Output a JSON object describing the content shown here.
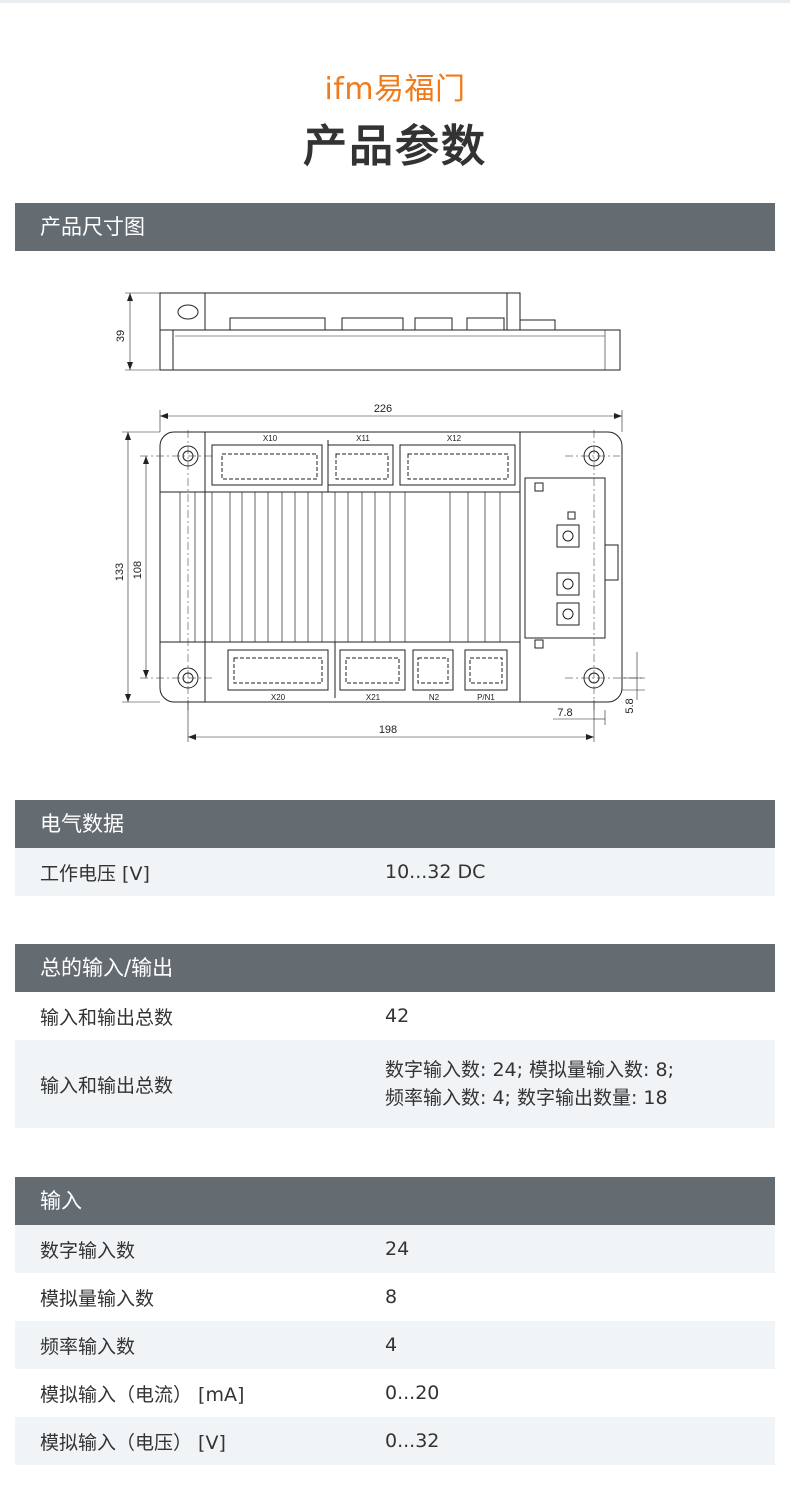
{
  "brand": "ifm易福门",
  "title": "产品参数",
  "sections": {
    "dimensions": {
      "header": "产品尺寸图"
    },
    "electrical": {
      "header": "电气数据",
      "rows": [
        {
          "label": "工作电压 [V]",
          "value": "10...32 DC"
        }
      ]
    },
    "io_total": {
      "header": "总的输入/输出",
      "rows": [
        {
          "label": "输入和输出总数",
          "value": "42"
        },
        {
          "label": "输入和输出总数",
          "value_line1": "数字输入数: 24; 模拟量输入数: 8;",
          "value_line2": "频率输入数: 4; 数字输出数量: 18"
        }
      ]
    },
    "inputs": {
      "header": "输入",
      "rows": [
        {
          "label": "数字输入数",
          "value": "24"
        },
        {
          "label": "模拟量输入数",
          "value": "8"
        },
        {
          "label": "频率输入数",
          "value": "4"
        },
        {
          "label": "模拟输入（电流） [mA]",
          "value": "0...20"
        },
        {
          "label": "模拟输入（电压） [V]",
          "value": "0...32"
        }
      ]
    }
  },
  "drawing": {
    "dim_height_side": "39",
    "dim_width_total": "226",
    "dim_height_total": "133",
    "dim_height_inner": "108",
    "dim_width_holes": "198",
    "dim_offset_x": "7.8",
    "dim_offset_y": "5.8",
    "connectors_top": [
      "X10",
      "X11",
      "X12"
    ],
    "connectors_bottom": [
      "X20",
      "X21",
      "N2",
      "P/N1"
    ]
  },
  "colors": {
    "brand": "#f07b1c",
    "header_bg": "#646c72",
    "row_alt": "#f1f4f6",
    "text": "#333333"
  }
}
